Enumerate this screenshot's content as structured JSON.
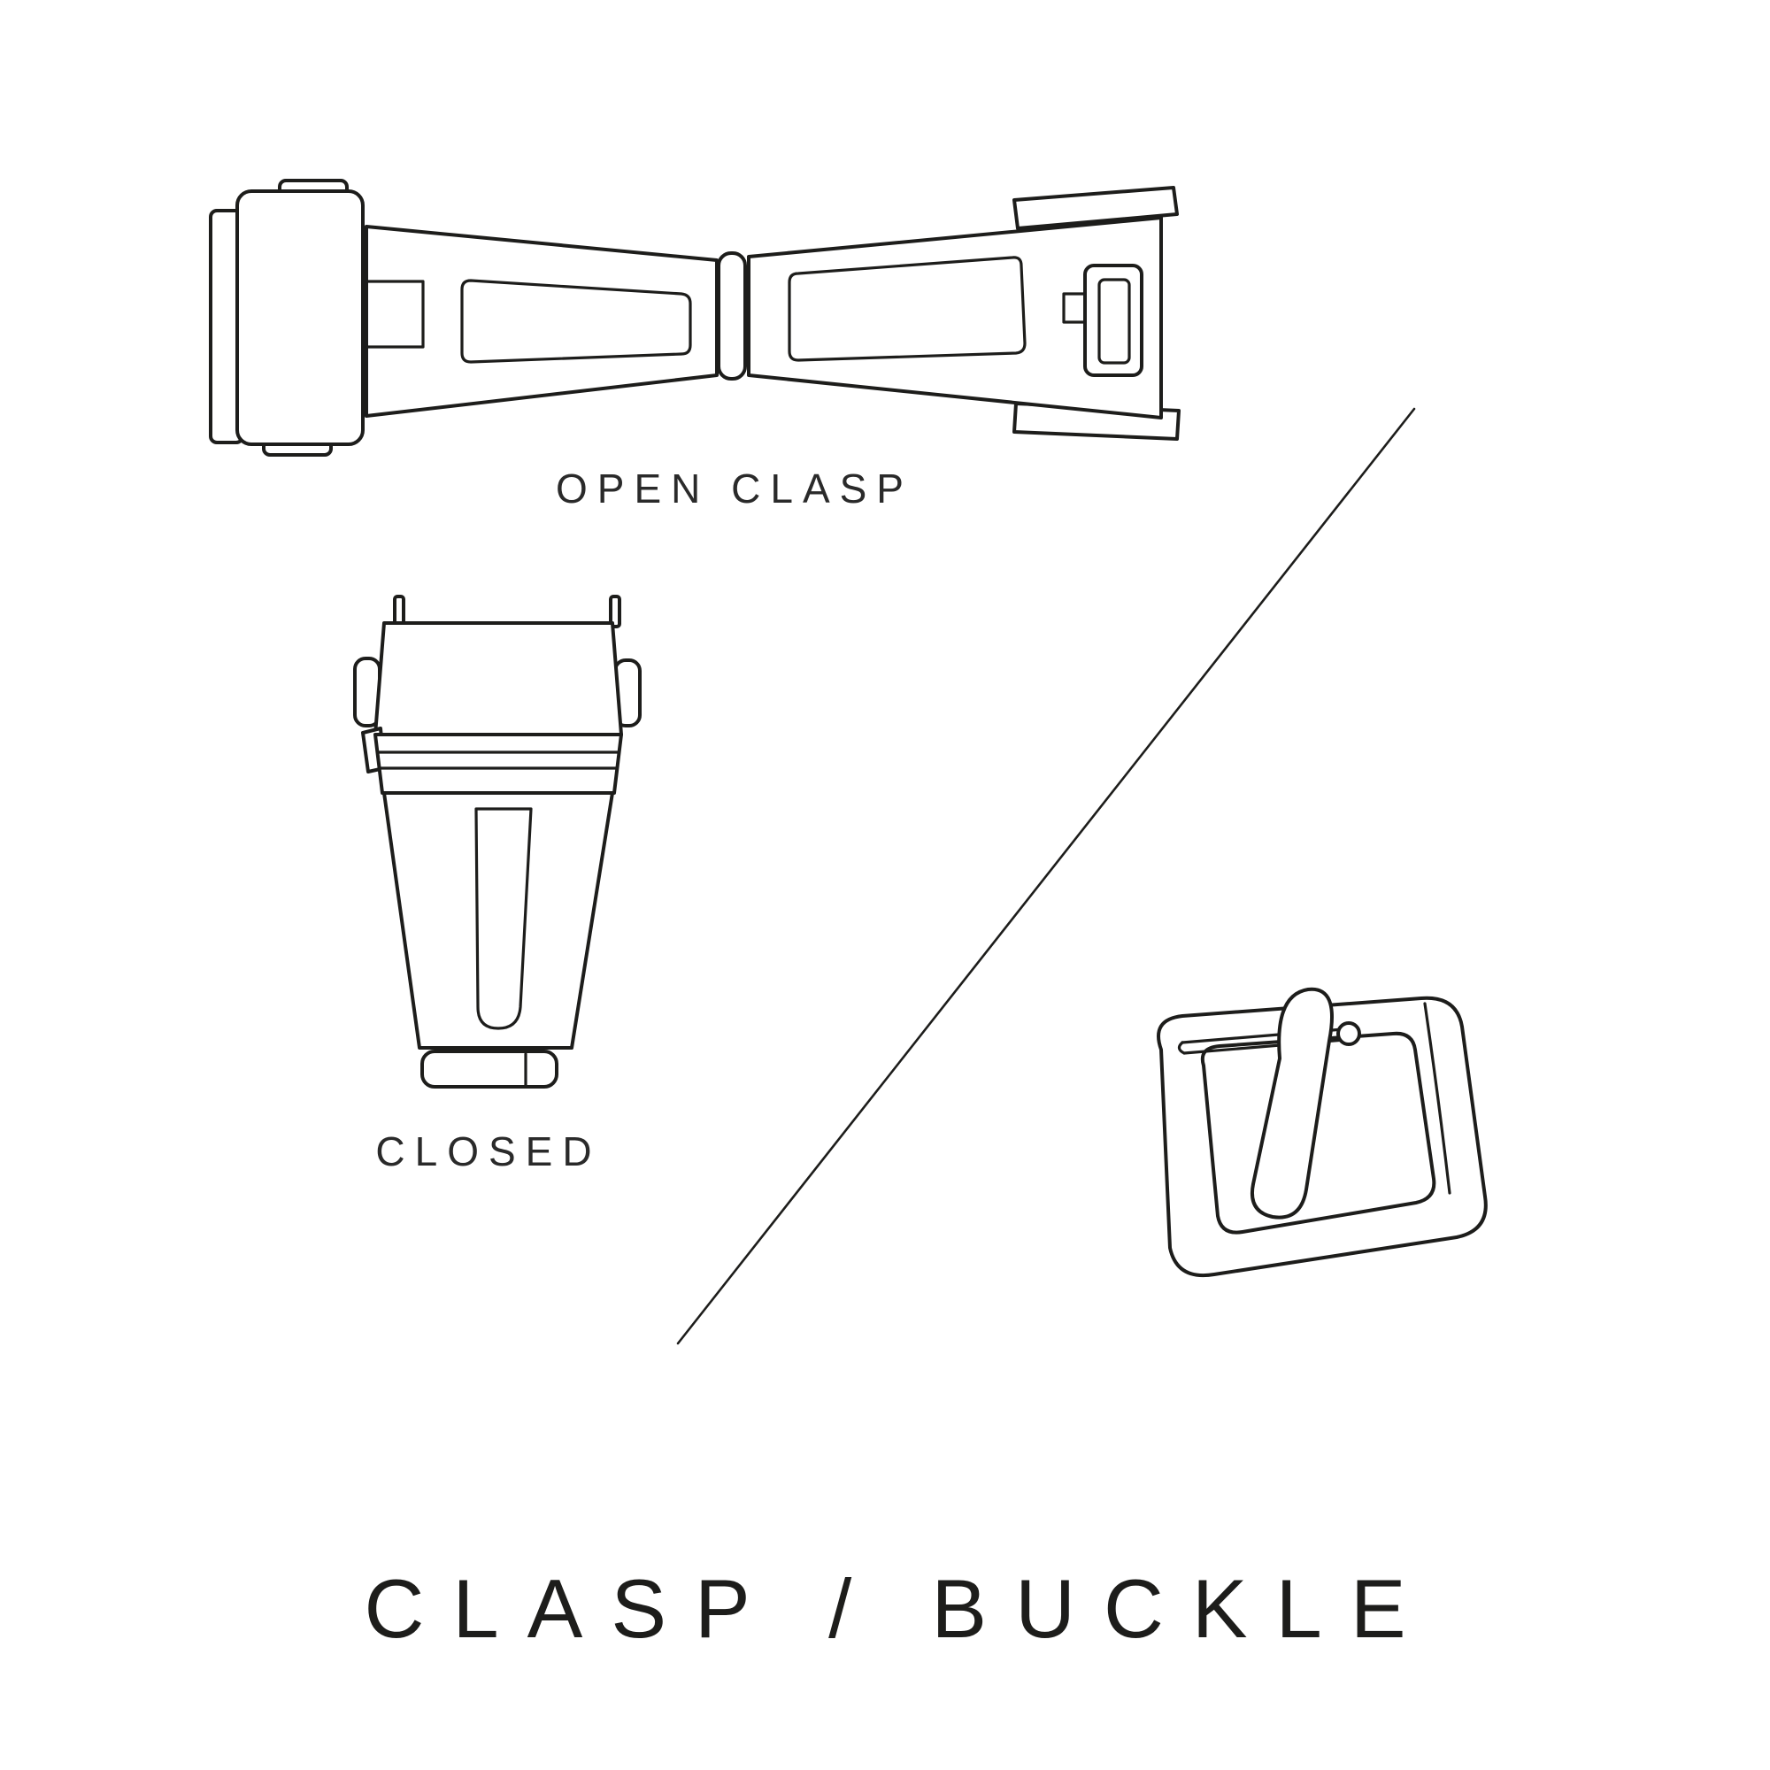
{
  "page": {
    "background_color": "#ffffff",
    "ink_color": "#1d1d1b",
    "title": "CLASP / BUCKLE"
  },
  "figures": {
    "open_clasp": {
      "icon": "open-clasp-illustration",
      "label": "OPEN CLASP"
    },
    "closed_clasp": {
      "icon": "closed-clasp-illustration",
      "label": "CLOSED"
    },
    "pin_buckle": {
      "icon": "pin-buckle-illustration"
    }
  }
}
